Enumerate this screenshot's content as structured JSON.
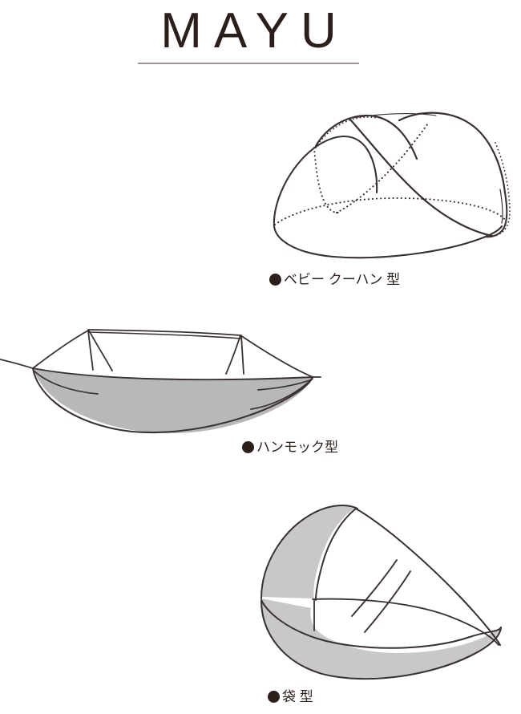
{
  "brand": {
    "title": "MAYU",
    "rule": "horizontal-rule",
    "title_color": "#2b1f1c",
    "rule_color": "#9b9490"
  },
  "palette": {
    "ink": "#3a3230",
    "fill_gray": "#b8b8b8",
    "fill_gray_light": "#c8c8c8",
    "paper": "#ffffff"
  },
  "figures": [
    {
      "id": "baby-basket",
      "name": "baby-basket-net-illustration",
      "caption": {
        "bullet": "●",
        "text": "ベビー クーハン 型"
      }
    },
    {
      "id": "hammock",
      "name": "hammock-net-illustration",
      "caption": {
        "bullet": "●",
        "text": "ハンモック型"
      }
    },
    {
      "id": "sack",
      "name": "sack-net-illustration",
      "caption": {
        "bullet": "●",
        "text": "袋 型"
      }
    }
  ]
}
